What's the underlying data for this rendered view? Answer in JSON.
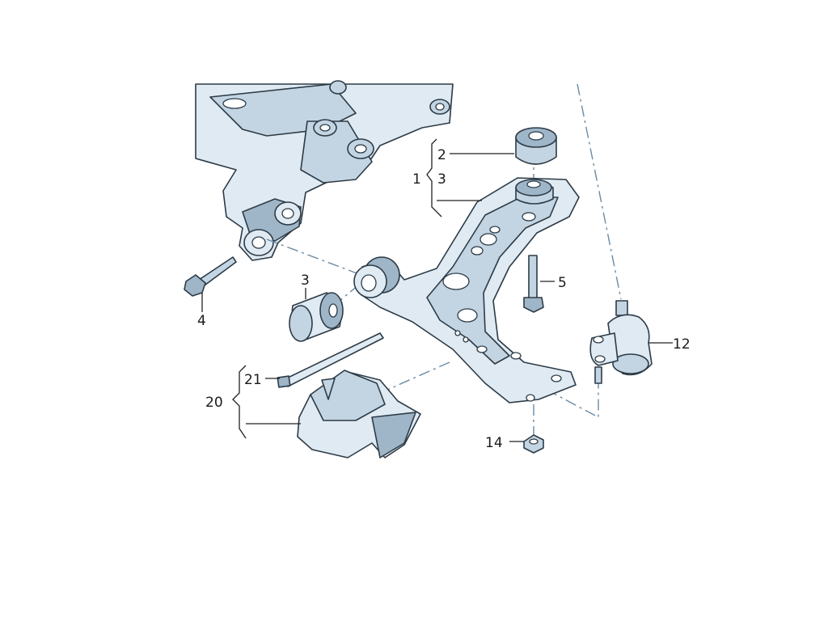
{
  "callouts": {
    "c1": "1",
    "c2": "2",
    "c3a": "3",
    "c3b": "3",
    "c4": "4",
    "c5": "5",
    "c12": "12",
    "c14": "14",
    "c20": "20",
    "c21": "21"
  },
  "colors": {
    "part_fill": "#dfeaf3",
    "part_shade": "#c3d5e3",
    "part_dark": "#9fb6c8",
    "outline": "#2d3b46",
    "center_line": "#6a8aa3"
  }
}
